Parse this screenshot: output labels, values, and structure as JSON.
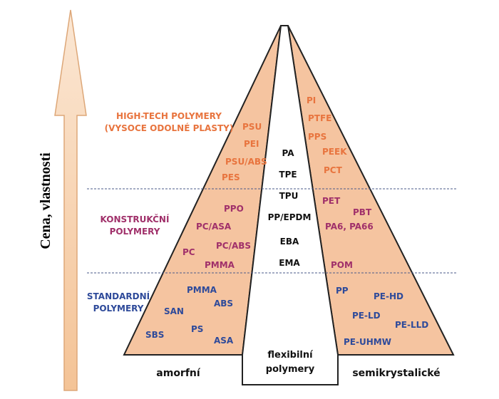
{
  "axis": {
    "label": "Cena, vlastnosti"
  },
  "tiers": {
    "hightech": {
      "label_line1": "HIGH-TECH POLYMERY",
      "label_line2": "(VYSOCE ODOLNÉ PLASTY)",
      "color": "#e8743e"
    },
    "konstrukcni": {
      "label_line1": "KONSTRUKČNÍ",
      "label_line2": "POLYMERY",
      "color": "#a0306a"
    },
    "standardni": {
      "label_line1": "STANDARDNÍ",
      "label_line2": "POLYMERY",
      "color": "#2e4a9a"
    }
  },
  "amorphous": {
    "hightech": [
      "PSU",
      "PEI",
      "PSU/ABS",
      "PES"
    ],
    "konstrukcni": [
      "PPO",
      "PC/ASA",
      "PC/ABS",
      "PC",
      "PMMA"
    ],
    "standardni": [
      "PMMA",
      "ABS",
      "SAN",
      "PS",
      "SBS",
      "ASA"
    ]
  },
  "semicrystalline": {
    "hightech": [
      "PI",
      "PTFE",
      "PPS",
      "PEEK",
      "PCT"
    ],
    "konstrukcni": [
      "PET",
      "PBT",
      "PA6, PA66",
      "POM"
    ],
    "standardni": [
      "PP",
      "PE-HD",
      "PE-LD",
      "PE-LLD",
      "PE-UHMW"
    ]
  },
  "flexible": {
    "items": [
      "PA",
      "TPE",
      "TPU",
      "PP/EPDM",
      "EBA",
      "EMA"
    ],
    "label_line1": "flexibilní",
    "label_line2": "polymery"
  },
  "bottom": {
    "left": "amorfní",
    "right": "semikrystalické"
  },
  "colors": {
    "fill": "#f5c4a0",
    "outline": "#222222",
    "arrow_fill": "#f7cfa6",
    "arrow_stroke": "#d9a273"
  }
}
